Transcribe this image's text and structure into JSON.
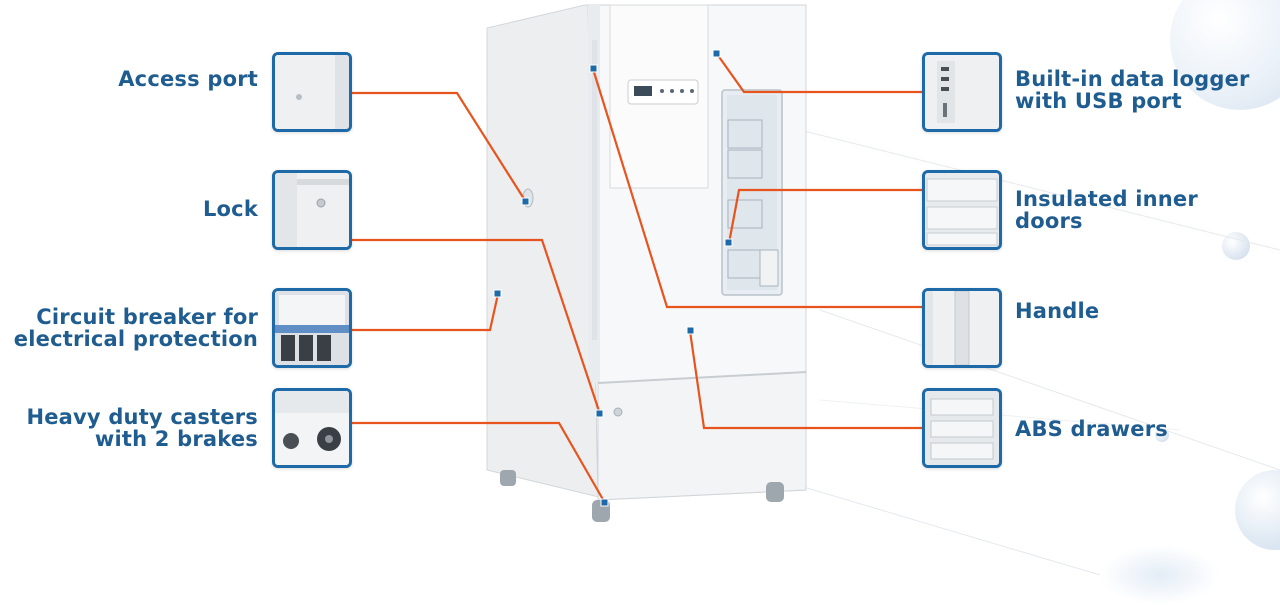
{
  "features_left": [
    {
      "label": "Access port",
      "icon": "access-port-closeup"
    },
    {
      "label": "Lock",
      "icon": "lock-closeup"
    },
    {
      "label": "Circuit breaker for\nelectrical protection",
      "icon": "circuit-breaker-closeup"
    },
    {
      "label": "Heavy duty casters\nwith 2 brakes",
      "icon": "caster-closeup"
    }
  ],
  "features_right": [
    {
      "label": "Built-in data logger\nwith USB port",
      "icon": "data-logger-closeup"
    },
    {
      "label": "Insulated inner\ndoors",
      "icon": "inner-doors-closeup"
    },
    {
      "label": "Handle",
      "icon": "handle-closeup"
    },
    {
      "label": "ABS drawers",
      "icon": "drawers-closeup"
    }
  ],
  "colors": {
    "label": "#1f5c8f",
    "frame": "#1e6aa8",
    "leader_line": "#e8541e",
    "marker": "#1e6aa8",
    "cabinet": "#f7f8f9"
  }
}
